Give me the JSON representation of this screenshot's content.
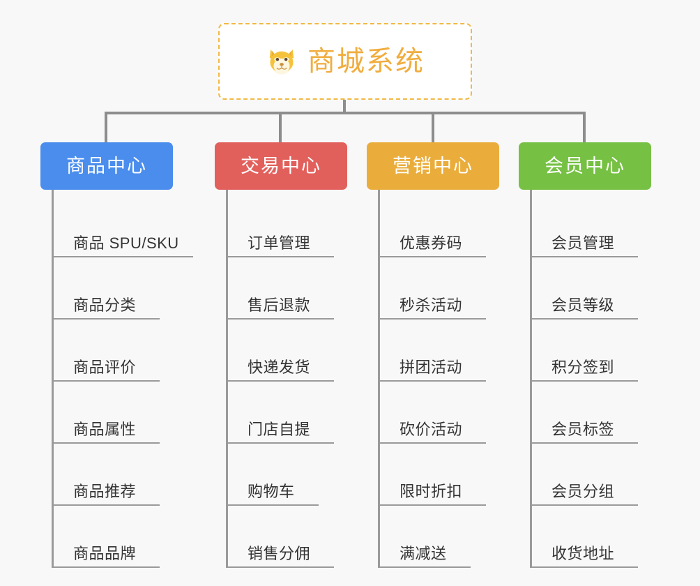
{
  "root": {
    "label": "商城系统",
    "icon": "dog-face-icon",
    "text_color": "#f0ad3e",
    "border_color": "#f2b844",
    "background": "#ffffff"
  },
  "canvas": {
    "background": "#f8f8f8",
    "connector_color": "#8d8d8d"
  },
  "branches": [
    {
      "id": "product-center",
      "label": "商品中心",
      "color": "#4a8ded",
      "items": [
        {
          "label": "商品 SPU/SKU",
          "underline_width": 200
        },
        {
          "label": "商品分类",
          "underline_width": 152
        },
        {
          "label": "商品评价",
          "underline_width": 152
        },
        {
          "label": "商品属性",
          "underline_width": 152
        },
        {
          "label": "商品推荐",
          "underline_width": 152
        },
        {
          "label": "商品品牌",
          "underline_width": 152
        }
      ]
    },
    {
      "id": "trade-center",
      "label": "交易中心",
      "color": "#e2605c",
      "items": [
        {
          "label": "订单管理",
          "underline_width": 152
        },
        {
          "label": "售后退款",
          "underline_width": 152
        },
        {
          "label": "快递发货",
          "underline_width": 152
        },
        {
          "label": "门店自提",
          "underline_width": 152
        },
        {
          "label": "购物车",
          "underline_width": 130
        },
        {
          "label": "销售分佣",
          "underline_width": 152
        }
      ]
    },
    {
      "id": "marketing-center",
      "label": "营销中心",
      "color": "#eaad3c",
      "items": [
        {
          "label": "优惠券码",
          "underline_width": 152
        },
        {
          "label": "秒杀活动",
          "underline_width": 152
        },
        {
          "label": "拼团活动",
          "underline_width": 152
        },
        {
          "label": "砍价活动",
          "underline_width": 152
        },
        {
          "label": "限时折扣",
          "underline_width": 152
        },
        {
          "label": "满减送",
          "underline_width": 130
        }
      ]
    },
    {
      "id": "member-center",
      "label": "会员中心",
      "color": "#76c043",
      "items": [
        {
          "label": "会员管理",
          "underline_width": 152
        },
        {
          "label": "会员等级",
          "underline_width": 152
        },
        {
          "label": "积分签到",
          "underline_width": 152
        },
        {
          "label": "会员标签",
          "underline_width": 152
        },
        {
          "label": "会员分组",
          "underline_width": 152
        },
        {
          "label": "收货地址",
          "underline_width": 152
        }
      ]
    }
  ]
}
